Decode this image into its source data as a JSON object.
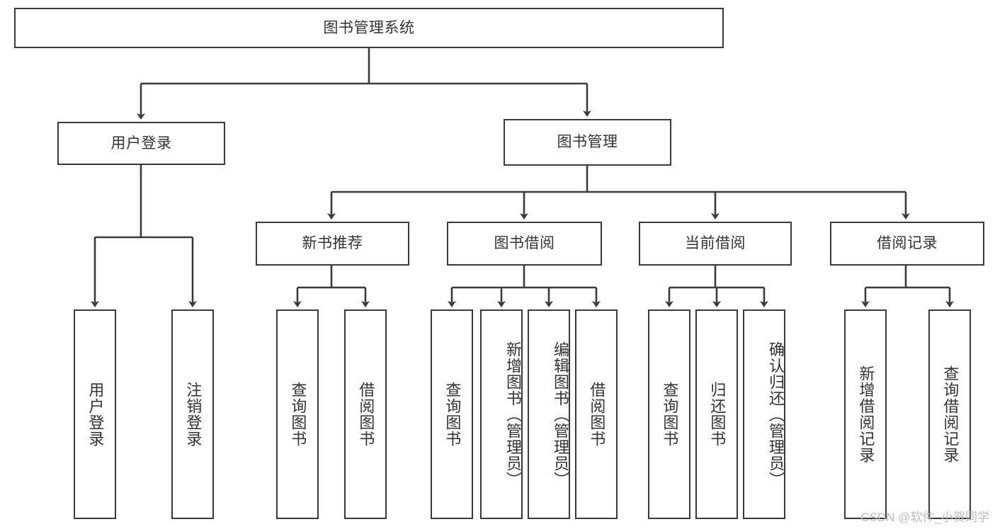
{
  "diagram": {
    "title_node": {
      "label": "图书管理系统"
    },
    "level1": [
      {
        "id": "user-login",
        "label": "用户登录"
      },
      {
        "id": "book-manage",
        "label": "图书管理"
      }
    ],
    "level2": [
      {
        "id": "new-book-recommend",
        "label": "新书推荐"
      },
      {
        "id": "book-borrow",
        "label": "图书借阅"
      },
      {
        "id": "current-borrow",
        "label": "当前借阅"
      },
      {
        "id": "borrow-record",
        "label": "借阅记录"
      }
    ],
    "leaves": {
      "user_login": [
        {
          "id": "leaf-user-login",
          "label": "用户登录"
        },
        {
          "id": "leaf-logout-login",
          "label": "注销登录"
        }
      ],
      "new_book_recommend": [
        {
          "id": "leaf-query-book-1",
          "label": "查询图书"
        },
        {
          "id": "leaf-borrow-book-1",
          "label": "借阅图书"
        }
      ],
      "book_borrow": [
        {
          "id": "leaf-query-book-2",
          "label": "查询图书"
        },
        {
          "id": "leaf-add-book",
          "label": "新增图书（管理员）"
        },
        {
          "id": "leaf-edit-book",
          "label": "编辑图书（管理员）"
        },
        {
          "id": "leaf-borrow-book-2",
          "label": "借阅图书"
        }
      ],
      "current_borrow": [
        {
          "id": "leaf-query-book-3",
          "label": "查询图书"
        },
        {
          "id": "leaf-return-book",
          "label": "归还图书"
        },
        {
          "id": "leaf-confirm-return",
          "label": "确认归还（管理员）"
        }
      ],
      "borrow_record": [
        {
          "id": "leaf-add-borrow-record",
          "label": "新增借阅记录"
        },
        {
          "id": "leaf-query-borrow-record",
          "label": "查询借阅记录"
        }
      ]
    },
    "watermark": "CSDN @软件_小贺同学",
    "colors": {
      "line": "#3a3a3a",
      "box_border": "#3a3a3a",
      "box_fill": "#ffffff",
      "text": "#333333",
      "watermark": "#b9bcc0",
      "background": "#ffffff"
    }
  }
}
